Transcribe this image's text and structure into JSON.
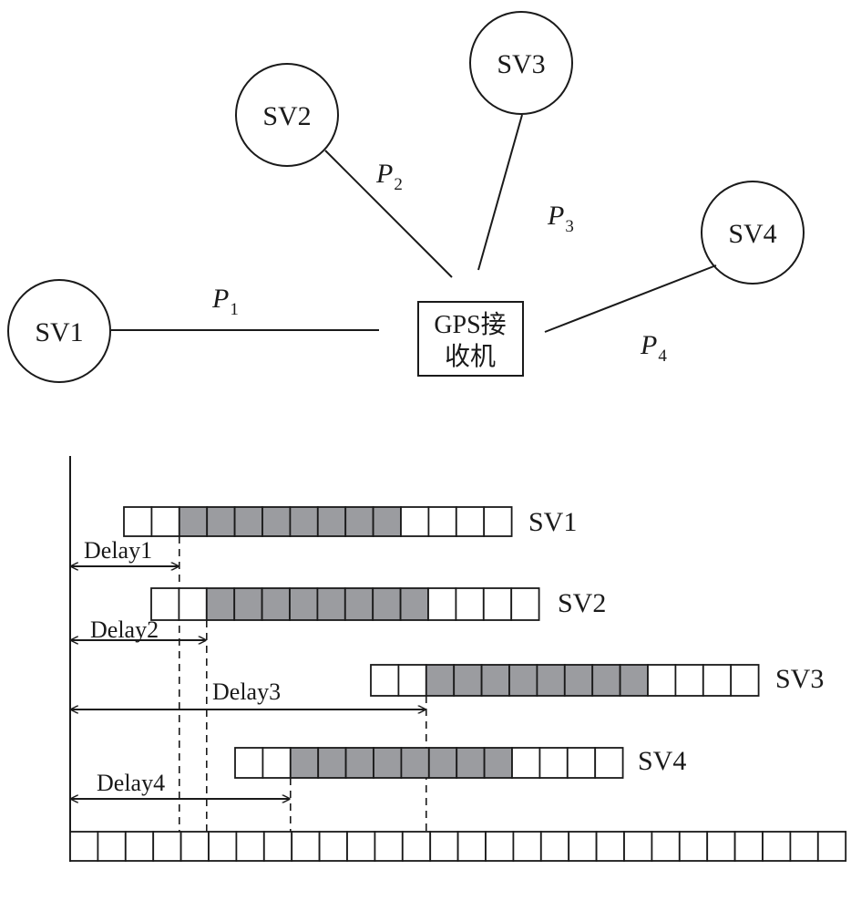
{
  "receiver": {
    "line1": "GPS接",
    "line2": "收机"
  },
  "satellites": [
    {
      "id": "SV1",
      "path_label": "P",
      "path_sub": "1"
    },
    {
      "id": "SV2",
      "path_label": "P",
      "path_sub": "2"
    },
    {
      "id": "SV3",
      "path_label": "P",
      "path_sub": "3"
    },
    {
      "id": "SV4",
      "path_label": "P",
      "path_sub": "4"
    }
  ],
  "timing": {
    "rows": [
      {
        "label": "SV1",
        "delay_label": "Delay1",
        "cells_before": 2,
        "cells_shaded": 8,
        "cells_after": 4
      },
      {
        "label": "SV2",
        "delay_label": "Delay2",
        "cells_before": 2,
        "cells_shaded": 8,
        "cells_after": 4
      },
      {
        "label": "SV3",
        "delay_label": "Delay3",
        "cells_before": 2,
        "cells_shaded": 8,
        "cells_after": 4
      },
      {
        "label": "SV4",
        "delay_label": "Delay4",
        "cells_before": 2,
        "cells_shaded": 8,
        "cells_after": 4
      }
    ],
    "baseline_cells": 28,
    "shade_color": "#9b9ca0"
  }
}
